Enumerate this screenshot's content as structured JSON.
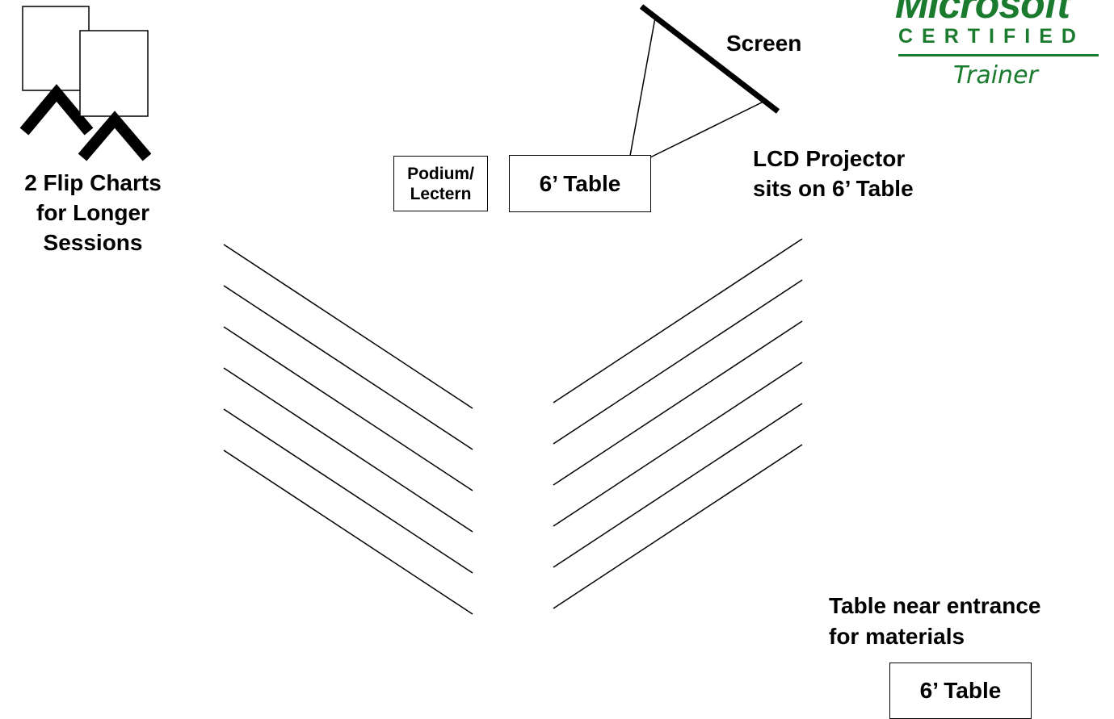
{
  "flip_charts": {
    "label_lines": [
      "2 Flip Charts",
      "for Longer",
      "Sessions"
    ]
  },
  "screen": {
    "label": "Screen"
  },
  "projector": {
    "label_lines": [
      "LCD Projector",
      "sits on 6’ Table"
    ]
  },
  "podium": {
    "label_lines": [
      "Podium/",
      "Lectern"
    ]
  },
  "front_table": {
    "label": "6’ Table"
  },
  "entrance": {
    "label_lines": [
      "Table near entrance",
      "for materials"
    ],
    "table_label": "6’ Table"
  },
  "logo": {
    "brand": "Microsoft",
    "certified": "CERTIFIED",
    "trainer": "Trainer",
    "color": "#1a7a2e"
  },
  "seating": {
    "rows_per_side": 6
  }
}
